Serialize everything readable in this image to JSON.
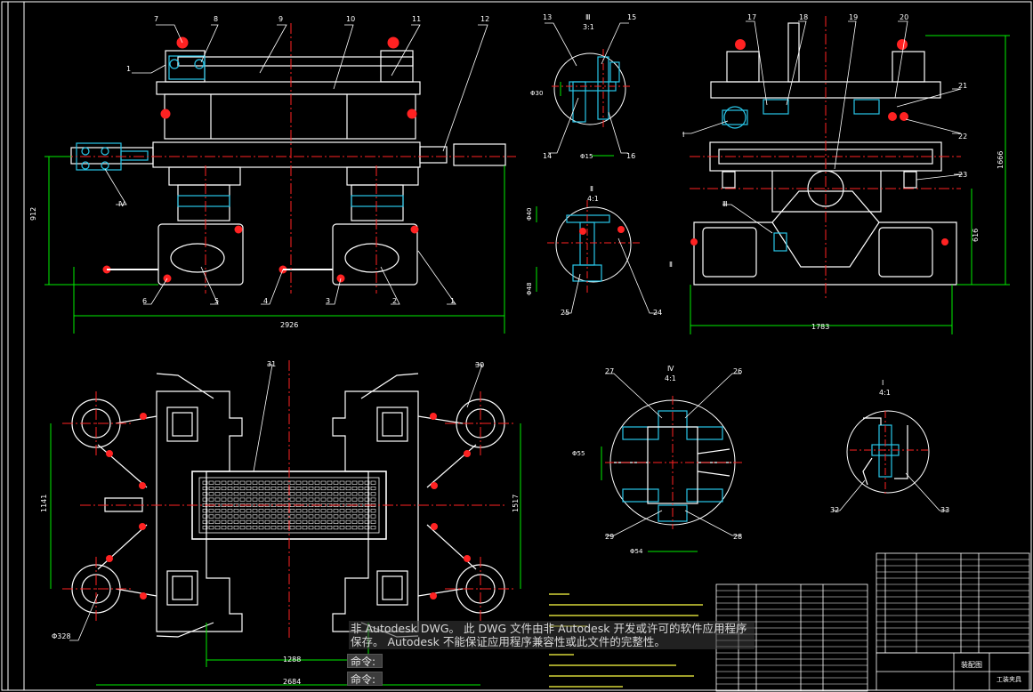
{
  "notice": {
    "line1": "非 Autodesk DWG。 此 DWG 文件由非 Autodesk 开发或许可的软件应用程序",
    "line2": "保存。 Autodesk 不能保证应用程序兼容性或此文件的完整性。"
  },
  "command": {
    "prompt1": "命令:",
    "prompt2": "命令:"
  },
  "views": {
    "detail_iii": {
      "roman": "Ⅲ",
      "scale": "3:1"
    },
    "detail_ii": {
      "roman": "Ⅱ",
      "scale": "4:1"
    },
    "detail_iv": {
      "roman": "Ⅳ",
      "scale": "4:1"
    },
    "detail_i": {
      "roman": "Ⅰ",
      "scale": "4:1"
    },
    "marker_ii": "Ⅱ",
    "marker_i": "Ⅰ",
    "marker_iii": "Ⅲ",
    "marker_iv": "Ⅳ"
  },
  "dimensions": {
    "front_width": "2926",
    "front_height": "912",
    "side_width": "1783",
    "side_height": "1666",
    "side_lower": "616",
    "plan_height_left": "1141",
    "plan_height_right": "1517",
    "plan_inner_width": "1288",
    "plan_outer_width": "2684",
    "plan_diameter": "Φ328",
    "det3_d1": "Φ30",
    "det3_d2": "Φ15",
    "det2_d1": "Φ40",
    "det2_d2": "Φ48",
    "det4_d1": "Φ55",
    "det4_d2": "Φ54"
  },
  "part_numbers": {
    "p1a": "1",
    "p7": "7",
    "p8": "8",
    "p9": "9",
    "p10": "10",
    "p11": "11",
    "p12": "12",
    "p6": "6",
    "p5": "5",
    "p4": "4",
    "p3": "3",
    "p2": "2",
    "p1b": "1",
    "p13": "13",
    "p15": "15",
    "p14": "14",
    "p16": "16",
    "p17": "17",
    "p18": "18",
    "p19": "19",
    "p20": "20",
    "p21": "21",
    "p22": "22",
    "p23": "23",
    "p24": "24",
    "p25": "25",
    "p31": "31",
    "p30": "30",
    "p27": "27",
    "p26": "26",
    "p29": "29",
    "p28": "28",
    "p32": "32",
    "p33": "33"
  },
  "title_block": {
    "title_cn": "装配图",
    "sheet": "工装夹具"
  },
  "colors": {
    "background": "#000000",
    "outline": "#ffffff",
    "centerline": "#ff2020",
    "dimension": "#00e000",
    "leader": "#ffffff",
    "hatch": "#29c6e8",
    "yellow_text": "#ffff40"
  }
}
